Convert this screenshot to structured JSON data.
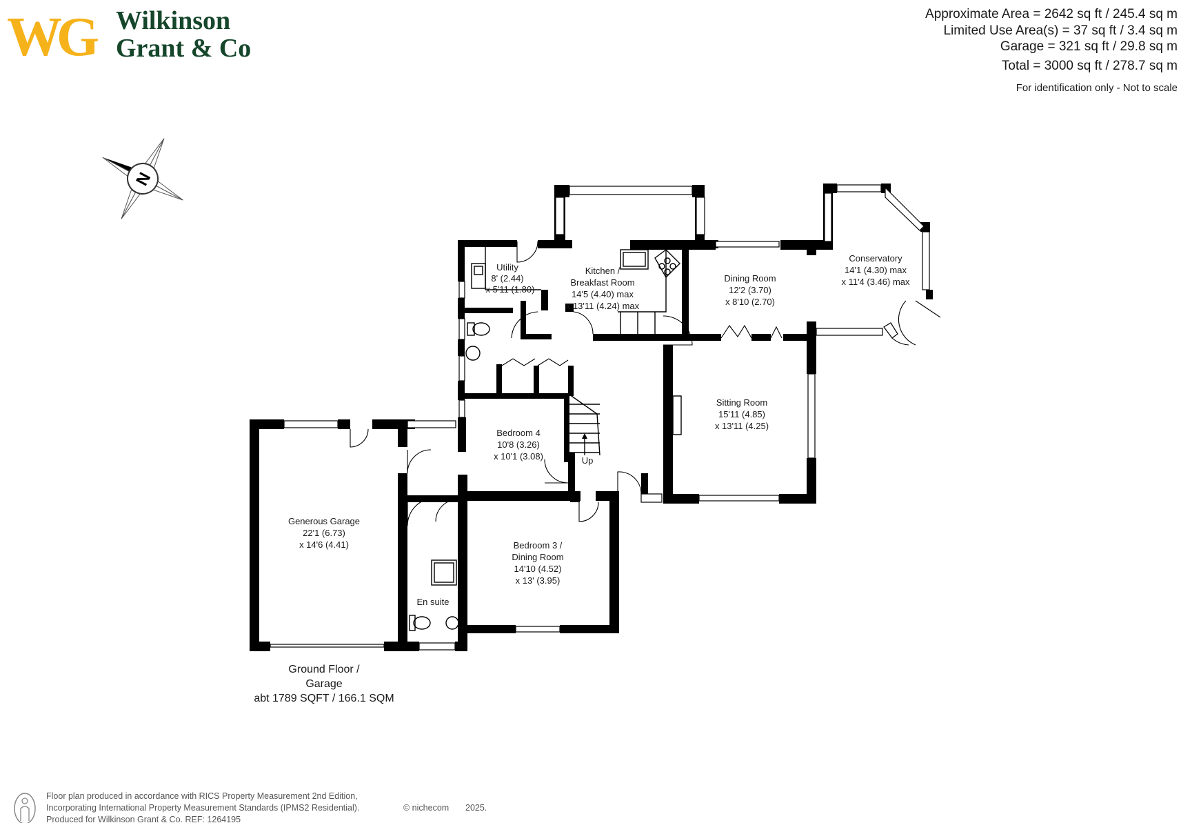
{
  "brand": {
    "logo_letters": "WG",
    "name_line1": "Wilkinson",
    "name_line2": "Grant & Co",
    "colors": {
      "gold": "#f6b21a",
      "green": "#16462b"
    }
  },
  "areas": {
    "approximate": "Approximate Area = 2642 sq ft / 245.4 sq m",
    "limited_use": "Limited Use Area(s) = 37 sq ft / 3.4 sq m",
    "garage": "Garage = 321 sq ft / 29.8 sq m",
    "total": "Total = 3000 sq ft / 278.7 sq m",
    "disclaimer": "For identification only - Not to scale"
  },
  "compass": {
    "letter": "N",
    "icon": "compass-rose-icon"
  },
  "rooms": {
    "utility": [
      "Utility",
      "8' (2.44)",
      "x 5'11 (1.80)"
    ],
    "kitchen": [
      "Kitchen /",
      "Breakfast Room",
      "14'5 (4.40) max",
      "x 13'11 (4.24) max"
    ],
    "dining": [
      "Dining Room",
      "12'2 (3.70)",
      "x 8'10 (2.70)"
    ],
    "conservatory": [
      "Conservatory",
      "14'1 (4.30) max",
      "x 11'4 (3.46) max"
    ],
    "sitting": [
      "Sitting Room",
      "15'11 (4.85)",
      "x 13'11 (4.25)"
    ],
    "bedroom4": [
      "Bedroom 4",
      "10'8 (3.26)",
      "x 10'1 (3.08)"
    ],
    "garage": [
      "Generous Garage",
      "22'1 (6.73)",
      "x 14'6 (4.41)"
    ],
    "bedroom3": [
      "Bedroom 3 /",
      "Dining Room",
      "14'10 (4.52)",
      "x 13' (3.95)"
    ],
    "ensuite": [
      "En suite"
    ],
    "stairs": "Up"
  },
  "floor": {
    "line1": "Ground Floor /",
    "line2": "Garage",
    "line3": "abt 1789 SQFT / 166.1 SQM"
  },
  "footer": {
    "line1": "Floor plan produced in accordance with RICS Property Measurement 2nd Edition,",
    "line2": "Incorporating International Property Measurement Standards (IPMS2 Residential).",
    "copyright": "© nichecom",
    "year": "2025.",
    "line3": "Produced for Wilkinson Grant & Co.  REF:  1264195",
    "icon": "person-icon"
  }
}
